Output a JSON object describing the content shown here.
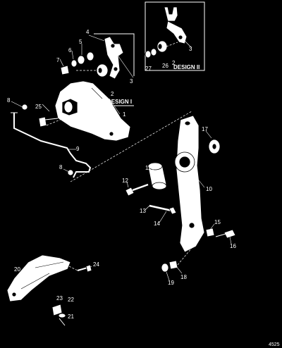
{
  "callouts": {
    "c1": "1",
    "c2a": "2",
    "c2b": "2",
    "c3a": "3",
    "c3b": "3",
    "c4": "4",
    "c5": "5",
    "c6": "6",
    "c7": "7",
    "c8a": "8",
    "c8b": "8",
    "c9": "9",
    "c10": "10",
    "c11": "11",
    "c12": "12",
    "c13": "13",
    "c14": "14",
    "c15": "15",
    "c16": "16",
    "c17": "17",
    "c18": "18",
    "c19": "19",
    "c20": "20",
    "c21": "21",
    "c22": "22",
    "c23": "23",
    "c24": "24",
    "c25": "25",
    "c26": "26",
    "c27": "27"
  },
  "labels": {
    "design_1": "DESIGN I",
    "design_2": "DESIGN II"
  },
  "reference_number": "4525"
}
